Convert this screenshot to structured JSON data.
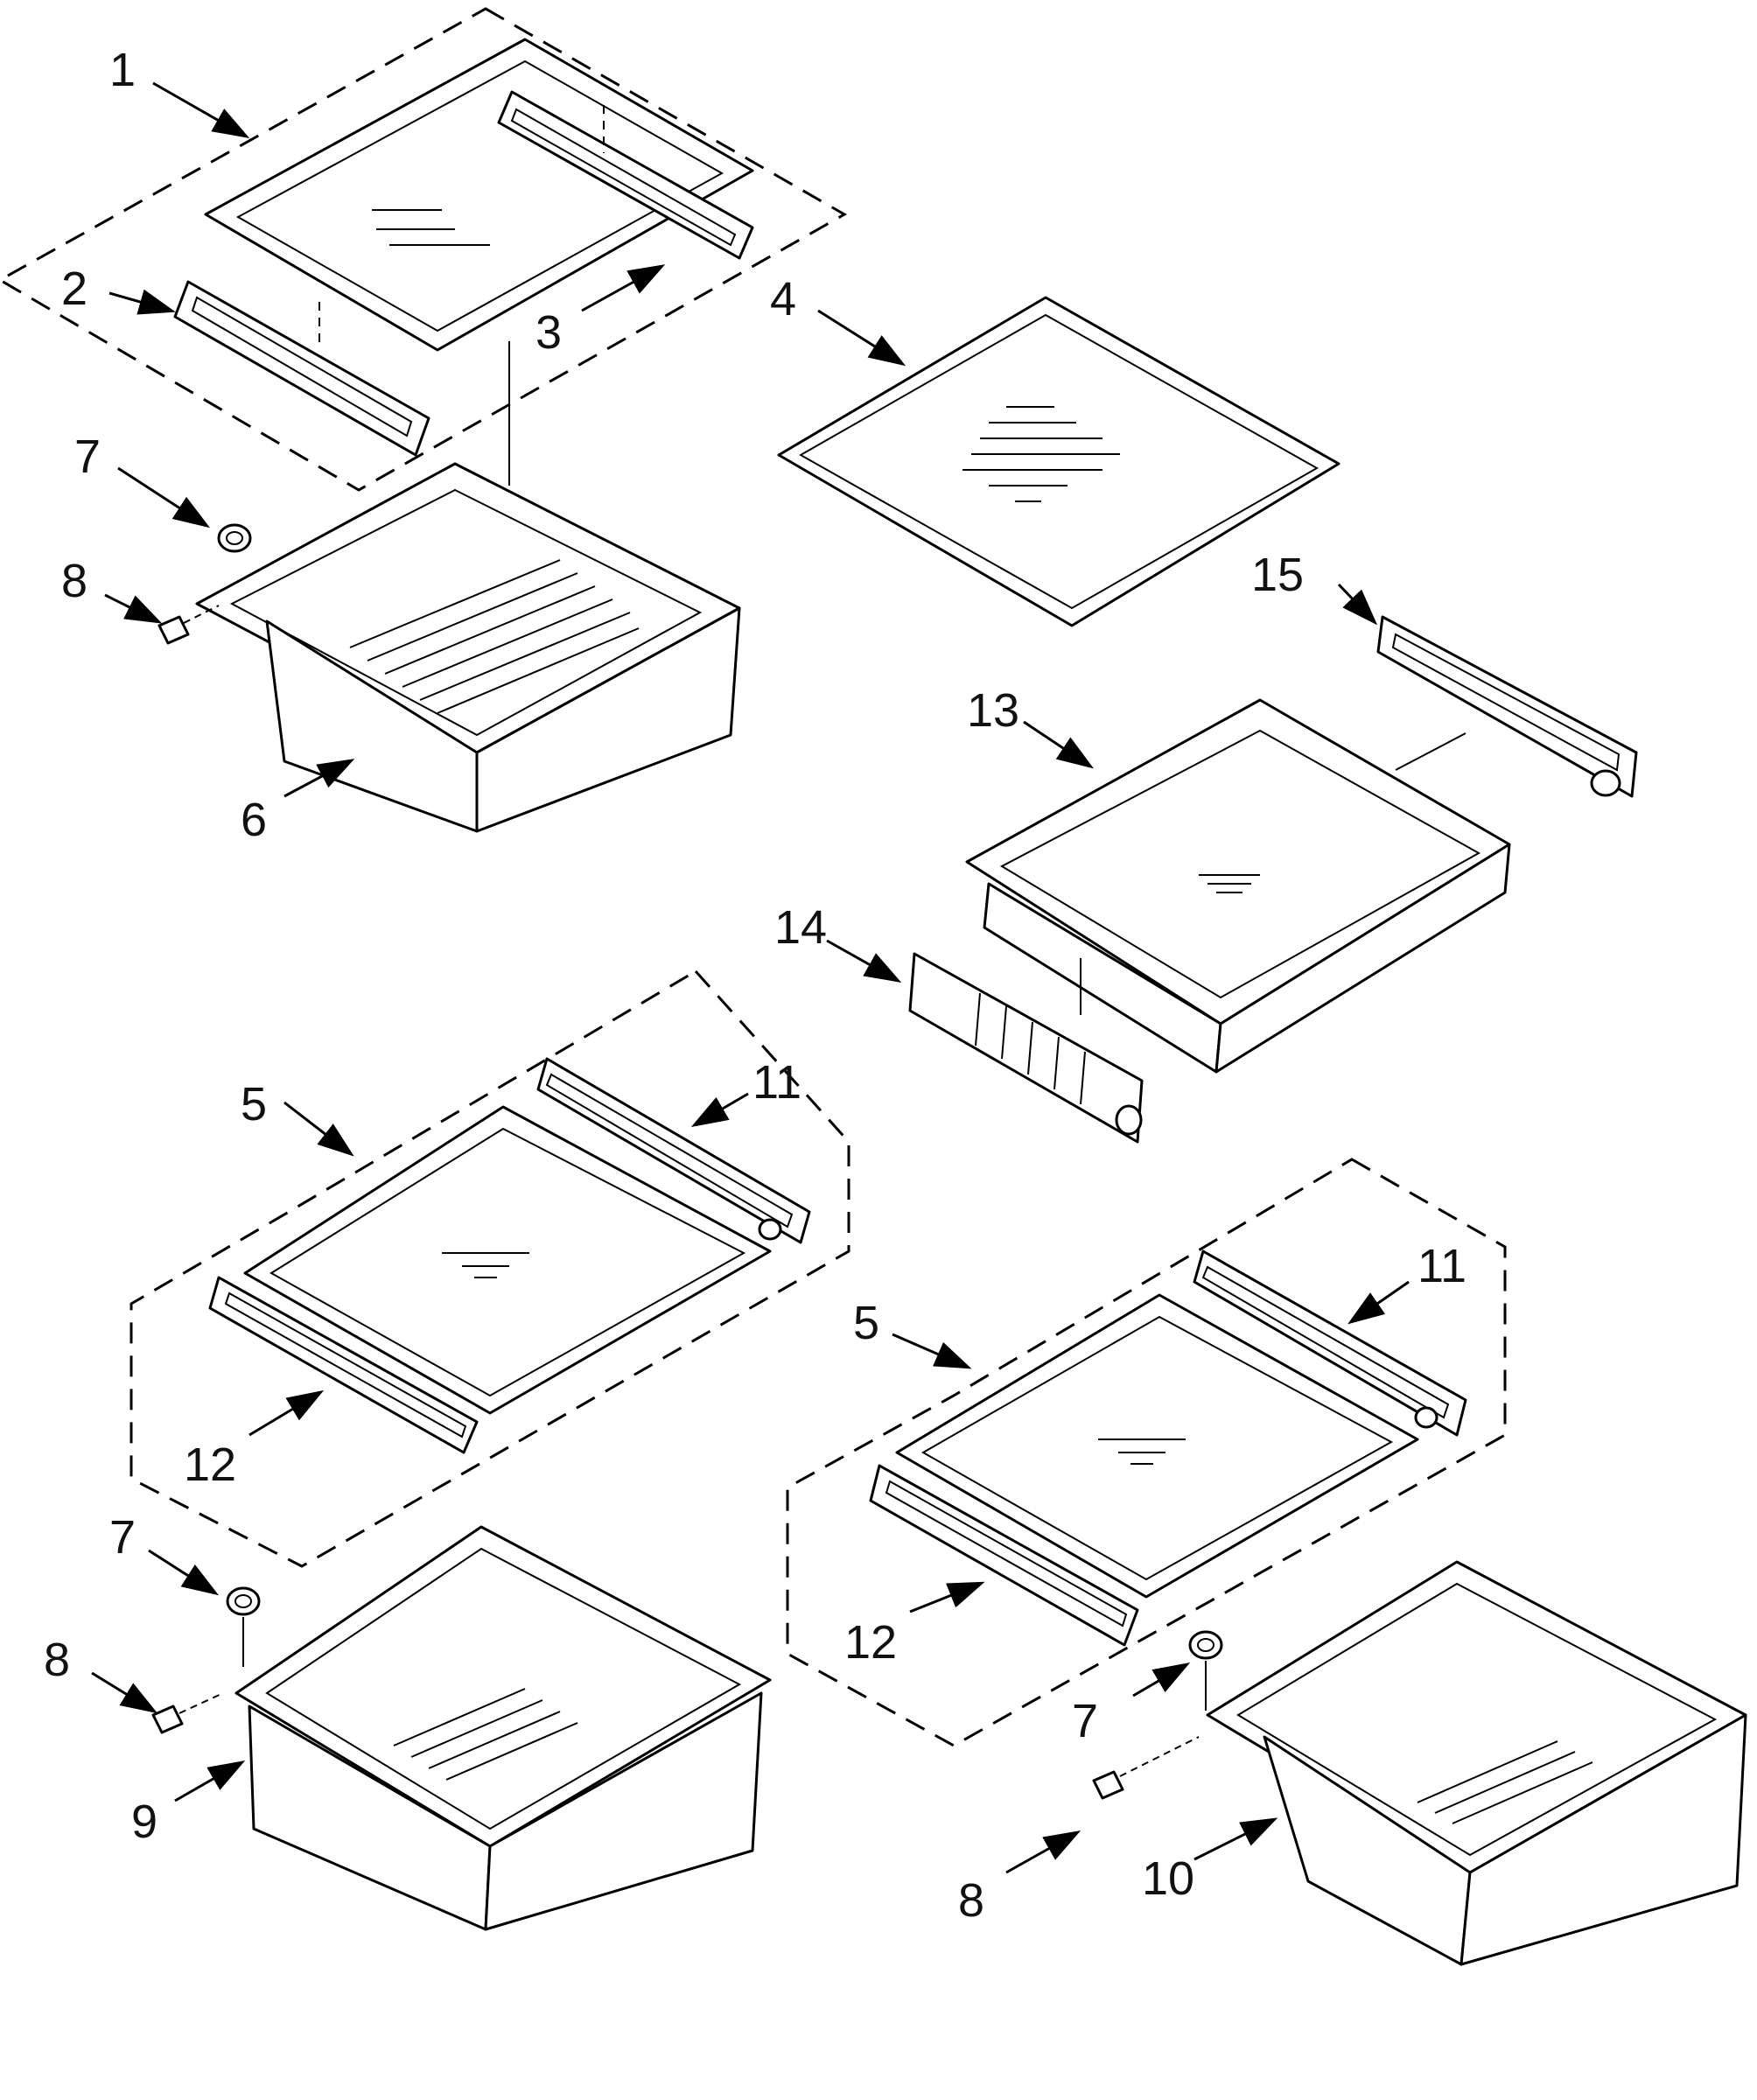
{
  "callouts": {
    "c1": "1",
    "c2": "2",
    "c3": "3",
    "c4": "4",
    "c5a": "5",
    "c5b": "5",
    "c6": "6",
    "c7a": "7",
    "c7b": "7",
    "c7c": "7",
    "c8a": "8",
    "c8b": "8",
    "c8c": "8",
    "c9": "9",
    "c10": "10",
    "c11a": "11",
    "c11b": "11",
    "c12a": "12",
    "c12b": "12",
    "c13": "13",
    "c14": "14",
    "c15": "15"
  },
  "colors": {
    "line": "#000000",
    "background": "#ffffff"
  }
}
